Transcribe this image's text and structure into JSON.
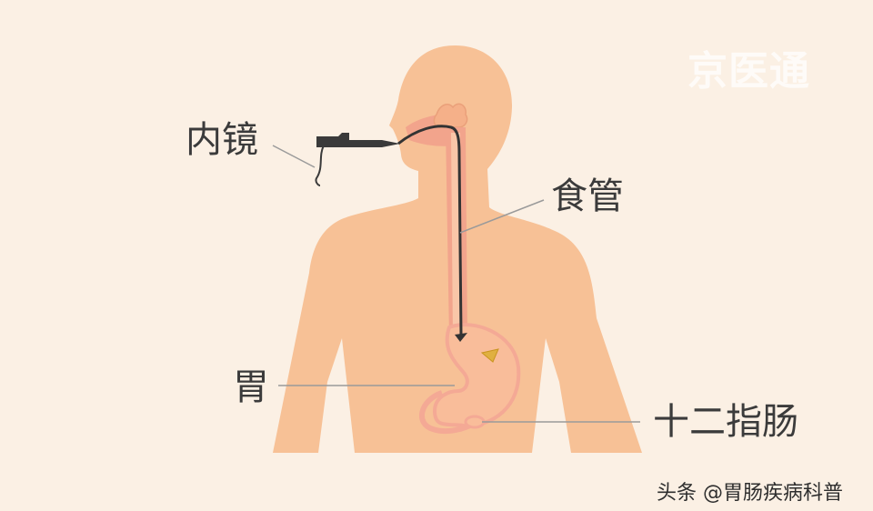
{
  "labels": {
    "endoscope": "内镜",
    "esophagus": "食管",
    "stomach": "胃",
    "duodenum": "十二指肠"
  },
  "watermark": "京医通",
  "footer_credit": "头条 @胃肠疾病科普",
  "colors": {
    "background": "#fbf0e4",
    "body": "#f7c196",
    "esophagus": "#f2a48c",
    "stomach_wall": "#f4a995",
    "stomach_fill": "#f9bd9a",
    "instrument": "#3a3a3a",
    "leader_line": "#9a9a9a",
    "label_text": "#3b3b3b"
  }
}
